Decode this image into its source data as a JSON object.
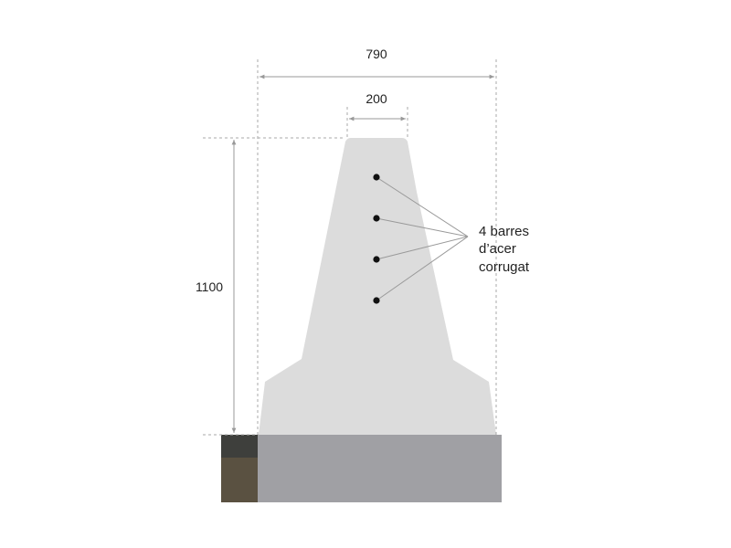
{
  "dimensions": {
    "width_total": "790",
    "width_top": "200",
    "height": "1100"
  },
  "annotation": {
    "lines": [
      "4 barres",
      "d’acer",
      "corrugat"
    ],
    "bar_count": 4
  },
  "colors": {
    "barrier": "#dcdcdc",
    "ground": "#a0a0a4",
    "soil_top": "#3e3f3c",
    "soil_bottom": "#5a5141",
    "dimension_line": "#999999",
    "rebar": "#111111"
  }
}
